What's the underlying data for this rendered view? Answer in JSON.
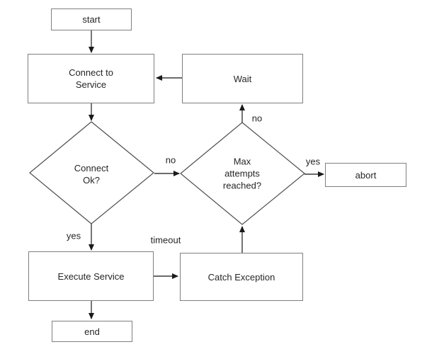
{
  "diagram": {
    "background_color": "#ffffff",
    "line_color": "#3a3a3a",
    "box_border_color": "#7f7f7f",
    "text_color": "#262626",
    "nodes": {
      "start": {
        "label": "start",
        "type": "terminator"
      },
      "connect_to_service": {
        "label": "Connect to Service",
        "type": "process"
      },
      "wait": {
        "label": "Wait",
        "type": "process"
      },
      "connect_ok": {
        "label": "Connect Ok?",
        "type": "decision"
      },
      "max_attempts": {
        "label": "Max attempts reached?",
        "type": "decision"
      },
      "abort": {
        "label": "abort",
        "type": "process"
      },
      "execute_service": {
        "label": "Execute Service",
        "type": "process"
      },
      "catch_exception": {
        "label": "Catch Exception",
        "type": "process"
      },
      "end": {
        "label": "end",
        "type": "terminator"
      }
    },
    "edges": [
      {
        "from": "start",
        "to": "connect_to_service",
        "label": ""
      },
      {
        "from": "connect_to_service",
        "to": "connect_ok",
        "label": ""
      },
      {
        "from": "connect_ok",
        "to": "max_attempts",
        "label": "no"
      },
      {
        "from": "connect_ok",
        "to": "execute_service",
        "label": "yes"
      },
      {
        "from": "max_attempts",
        "to": "wait",
        "label": "no"
      },
      {
        "from": "max_attempts",
        "to": "abort",
        "label": "yes"
      },
      {
        "from": "wait",
        "to": "connect_to_service",
        "label": ""
      },
      {
        "from": "execute_service",
        "to": "catch_exception",
        "label": "timeout"
      },
      {
        "from": "catch_exception",
        "to": "max_attempts",
        "label": ""
      },
      {
        "from": "execute_service",
        "to": "end",
        "label": ""
      }
    ],
    "edge_labels": {
      "connect_ok_no": "no",
      "connect_ok_yes": "yes",
      "max_attempts_no": "no",
      "max_attempts_yes": "yes",
      "timeout": "timeout"
    }
  }
}
